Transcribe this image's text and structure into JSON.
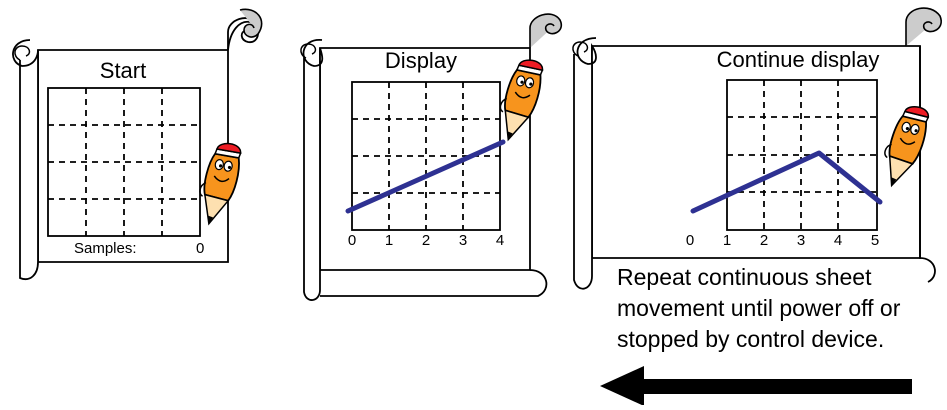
{
  "panels": [
    {
      "title": "Start",
      "samples_label": "Samples:",
      "samples_value": "0",
      "x_ticks": []
    },
    {
      "title": "Display",
      "x_ticks": [
        "0",
        "1",
        "2",
        "3",
        "4"
      ]
    },
    {
      "title": "Continue display",
      "x_ticks": [
        "0",
        "1",
        "2",
        "3",
        "4",
        "5"
      ]
    }
  ],
  "caption_lines": [
    "Repeat continuous sheet",
    "movement until power off or",
    "stopped by control device."
  ],
  "colors": {
    "trace": "#2e3192",
    "pencil_body": "#f7941d",
    "pencil_eraser": "#ed1c24",
    "outline": "#000000"
  },
  "arrow_direction": "left"
}
